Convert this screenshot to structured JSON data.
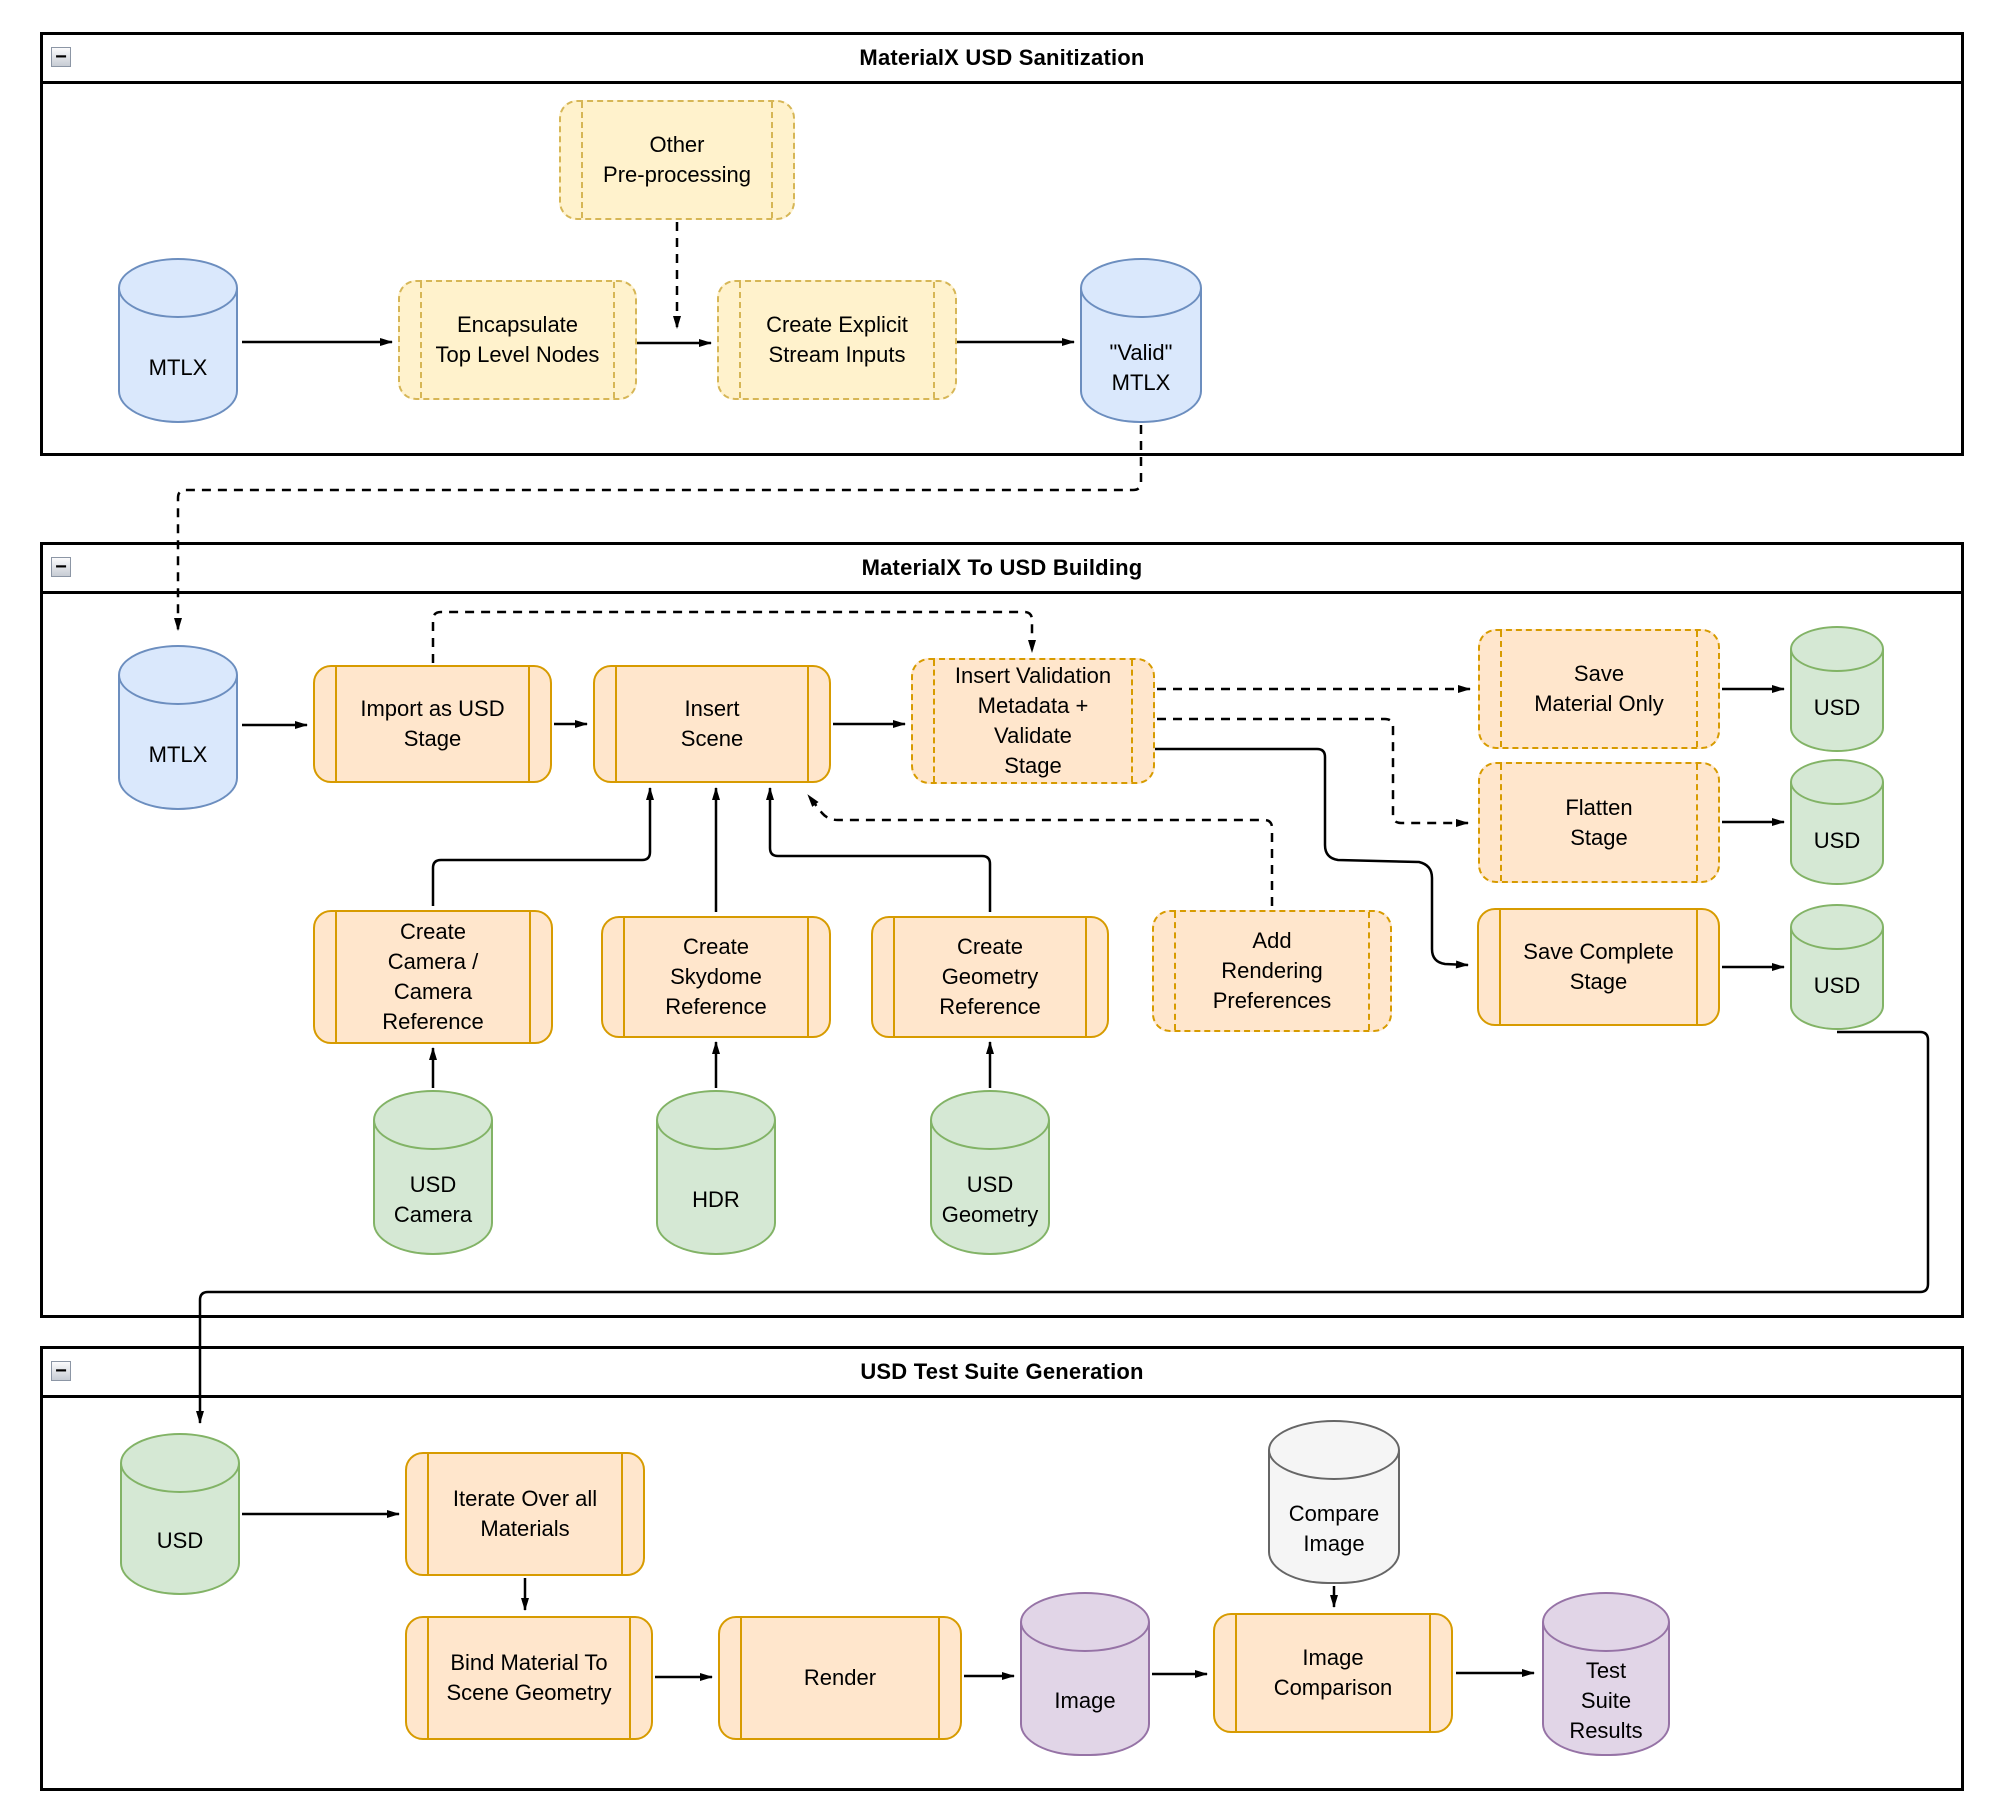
{
  "containers": {
    "sanitization": {
      "title": "MaterialX USD Sanitization",
      "collapse_glyph": "−"
    },
    "building": {
      "title": "MaterialX To USD Building",
      "collapse_glyph": "−"
    },
    "test_suite": {
      "title": "USD Test Suite Generation",
      "collapse_glyph": "−"
    }
  },
  "nodes": {
    "mtlx_source": {
      "label": "MTLX"
    },
    "other_preprocessing": {
      "label": "Other\nPre-processing"
    },
    "encapsulate": {
      "label": "Encapsulate\nTop Level Nodes"
    },
    "create_explicit": {
      "label": "Create Explicit\nStream Inputs"
    },
    "valid_mtlx": {
      "label": "\"Valid\"\nMTLX"
    },
    "building_mtlx": {
      "label": "MTLX"
    },
    "import_stage": {
      "label": "Import as USD\nStage"
    },
    "insert_scene": {
      "label": "Insert\nScene"
    },
    "insert_validation": {
      "label": "Insert Validation\nMetadata +\nValidate\nStage"
    },
    "save_material_only": {
      "label": "Save\nMaterial Only"
    },
    "flatten_stage": {
      "label": "Flatten\nStage"
    },
    "save_complete_stage": {
      "label": "Save Complete\nStage"
    },
    "add_rendering_prefs": {
      "label": "Add\nRendering\nPreferences"
    },
    "create_camera": {
      "label": "Create\nCamera /\nCamera\nReference"
    },
    "create_skydome": {
      "label": "Create\nSkydome\nReference"
    },
    "create_geometry": {
      "label": "Create\nGeometry\nReference"
    },
    "usd_camera": {
      "label": "USD\nCamera"
    },
    "hdr": {
      "label": "HDR"
    },
    "usd_geometry": {
      "label": "USD\nGeometry"
    },
    "usd_material_out": {
      "label": "USD"
    },
    "usd_flatten_out": {
      "label": "USD"
    },
    "usd_complete_out": {
      "label": "USD"
    },
    "usd_test_input": {
      "label": "USD"
    },
    "iterate_materials": {
      "label": "Iterate Over all\nMaterials"
    },
    "bind_material": {
      "label": "Bind Material To\nScene Geometry"
    },
    "render": {
      "label": "Render"
    },
    "image": {
      "label": "Image"
    },
    "compare_image": {
      "label": "Compare\nImage"
    },
    "image_comparison": {
      "label": "Image\nComparison"
    },
    "test_suite_results": {
      "label": "Test\nSuite\nResults"
    }
  },
  "palette": {
    "yellow_fill": "#FFF2CC",
    "yellow_stroke": "#D6B656",
    "orange_fill": "#FFE6CC",
    "orange_stroke": "#D79B00",
    "blue_fill": "#DAE8FC",
    "blue_stroke": "#6C8EBF",
    "green_fill": "#D5E8D4",
    "green_stroke": "#82B366",
    "purple_fill": "#E1D5E7",
    "purple_stroke": "#9673A6",
    "gray_fill": "#F5F5F5",
    "gray_stroke": "#666666",
    "connector": "#000000",
    "frame_border": "#000000"
  }
}
